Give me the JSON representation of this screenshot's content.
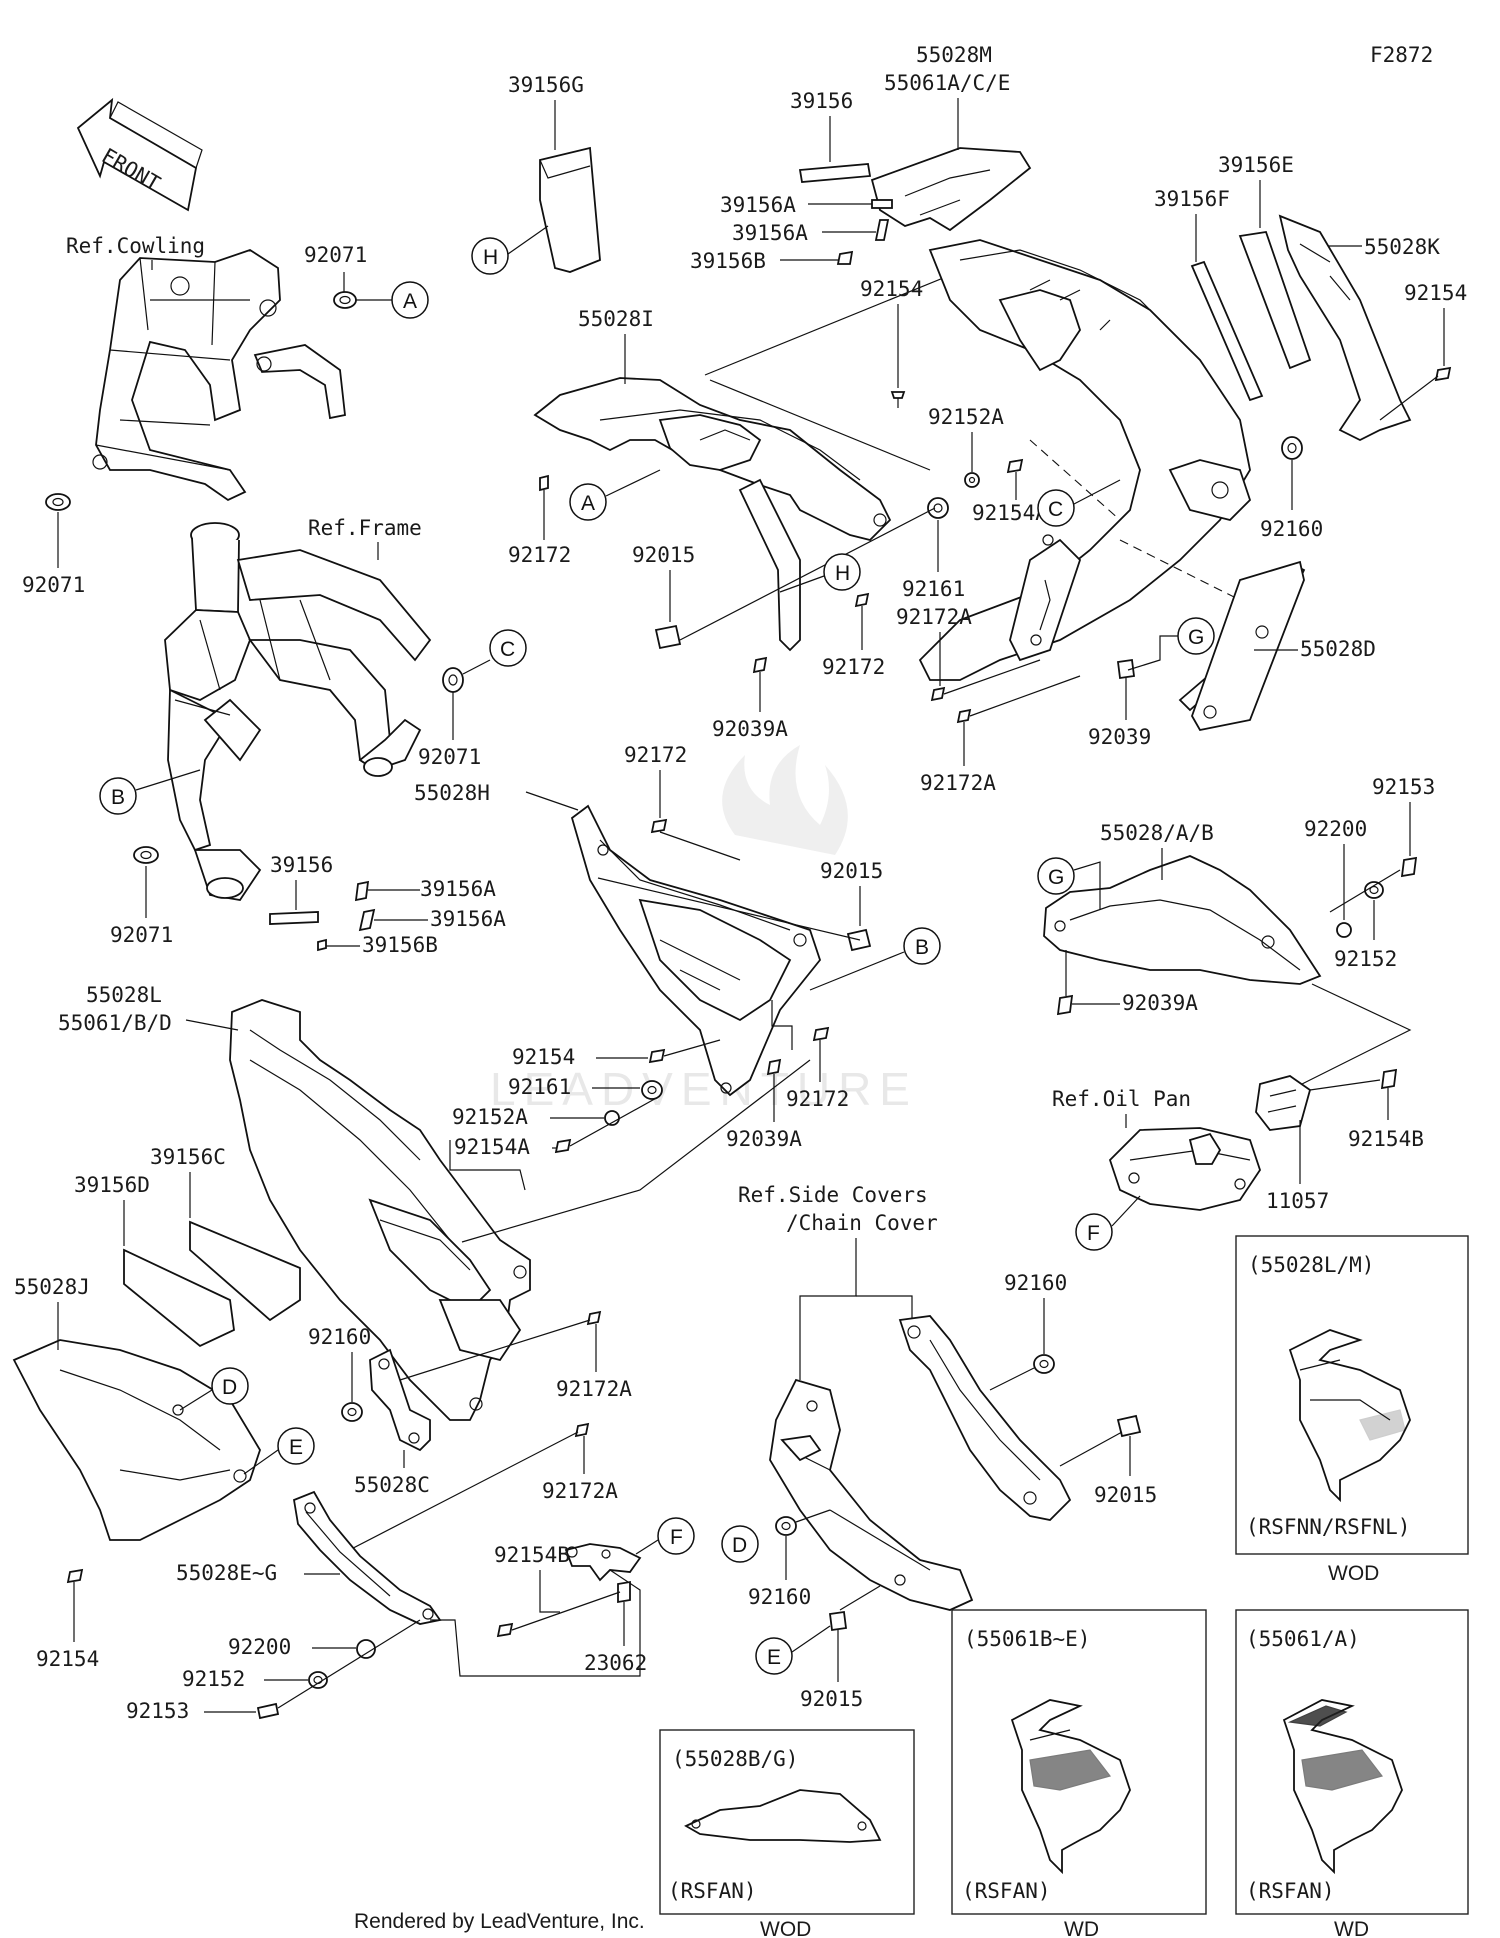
{
  "figure_id": "F2872",
  "front_arrow": "FRONT",
  "watermark": "LEADVENTURE",
  "footer": "Rendered by LeadVenture, Inc.",
  "callouts": [
    "A",
    "B",
    "C",
    "D",
    "E",
    "F",
    "G",
    "H"
  ],
  "refs": {
    "cowling": "Ref.Cowling",
    "frame": "Ref.Frame",
    "oil_pan": "Ref.Oil Pan",
    "side_covers_1": "Ref.Side Covers",
    "side_covers_2": "/Chain Cover"
  },
  "parts": {
    "p39156G": "39156G",
    "p55028M": "55028M",
    "p55061ACE": "55061A/C/E",
    "p39156_top": "39156",
    "p39156A_1": "39156A",
    "p39156A_2": "39156A",
    "p39156B_top": "39156B",
    "p39156E": "39156E",
    "p39156F": "39156F",
    "p55028K": "55028K",
    "p92154_tr": "92154",
    "p92071_a": "92071",
    "p55028I": "55028I",
    "p92154_mid": "92154",
    "p92152A_top": "92152A",
    "p92172_l": "92172",
    "p92015_top": "92015",
    "p92161_top": "92161",
    "p92154A_top": "92154A",
    "p92160_r": "92160",
    "p92071_b": "92071",
    "p92172A_a": "92172A",
    "p92172_m": "92172",
    "p92039A_top": "92039A",
    "p92039": "92039",
    "p55028D": "55028D",
    "p92071_c": "92071",
    "p92172A_b": "92172A",
    "p92172_c": "92172",
    "p55028H": "55028H",
    "p92015_mid": "92015",
    "p55028AB": "55028/A/B",
    "p92200_r": "92200",
    "p92153_r": "92153",
    "p92152_r": "92152",
    "p92039A_r": "92039A",
    "p92071_d": "92071",
    "p39156_l": "39156",
    "p39156A_3": "39156A",
    "p39156A_4": "39156A",
    "p39156B_l": "39156B",
    "p55028L": "55028L",
    "p55061BD": "55061/B/D",
    "p92154_c": "92154",
    "p92161_c": "92161",
    "p92152A_c": "92152A",
    "p92154A_c": "92154A",
    "p92172_c2": "92172",
    "p92039A_c": "92039A",
    "p92154B_r": "92154B",
    "p11057": "11057",
    "p39156C": "39156C",
    "p39156D": "39156D",
    "p55028J": "55028J",
    "p92160_c": "92160",
    "p92172A_c1": "92172A",
    "p55028C": "55028C",
    "p92172A_c2": "92172A",
    "p92154_bl": "92154",
    "p55028EG": "55028E~G",
    "p92154B_c": "92154B",
    "p92200_b": "92200",
    "p92152_b": "92152",
    "p92153_b": "92153",
    "p23062": "23062",
    "p92160_sc": "92160",
    "p92015_sc": "92015",
    "p92160_b": "92160",
    "p92015_b": "92015"
  },
  "insets": {
    "i1": {
      "title": "(55028L/M)",
      "sub": "(RSFNN/RSFNL)",
      "color": "WOD"
    },
    "i2": {
      "title": "(55028B/G)",
      "sub": "(RSFAN)",
      "color": "WOD"
    },
    "i3": {
      "title": "(55061B~E)",
      "sub": "(RSFAN)",
      "color": "WD"
    },
    "i4": {
      "title": "(55061/A)",
      "sub": "(RSFAN)",
      "color": "WD"
    }
  }
}
